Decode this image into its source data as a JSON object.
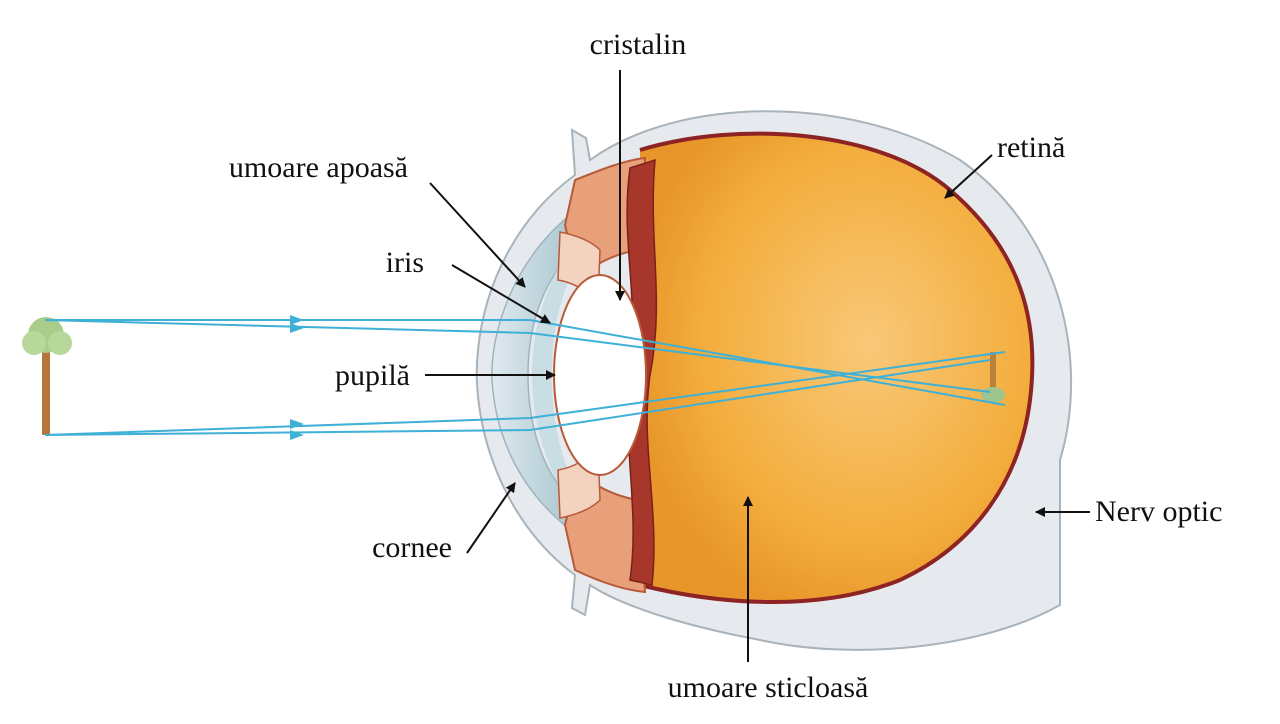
{
  "labels": {
    "cristalin": "cristalin",
    "retina": "retină",
    "umoare_apoasa": "umoare apoasă",
    "iris": "iris",
    "pupila": "pupilă",
    "cornee": "cornee",
    "nerv_optic": "Nerv optic",
    "umoare_sticloasa": "umoare sticloasă"
  },
  "colors": {
    "ray": "#3fb0d6",
    "vitreous": "#f2ac37",
    "retina": "#8e2324",
    "sclera": "#e6eaee",
    "lens_body": "#a8372b",
    "cornea": "#b9d3df",
    "ciliary": "#e8a47e"
  }
}
